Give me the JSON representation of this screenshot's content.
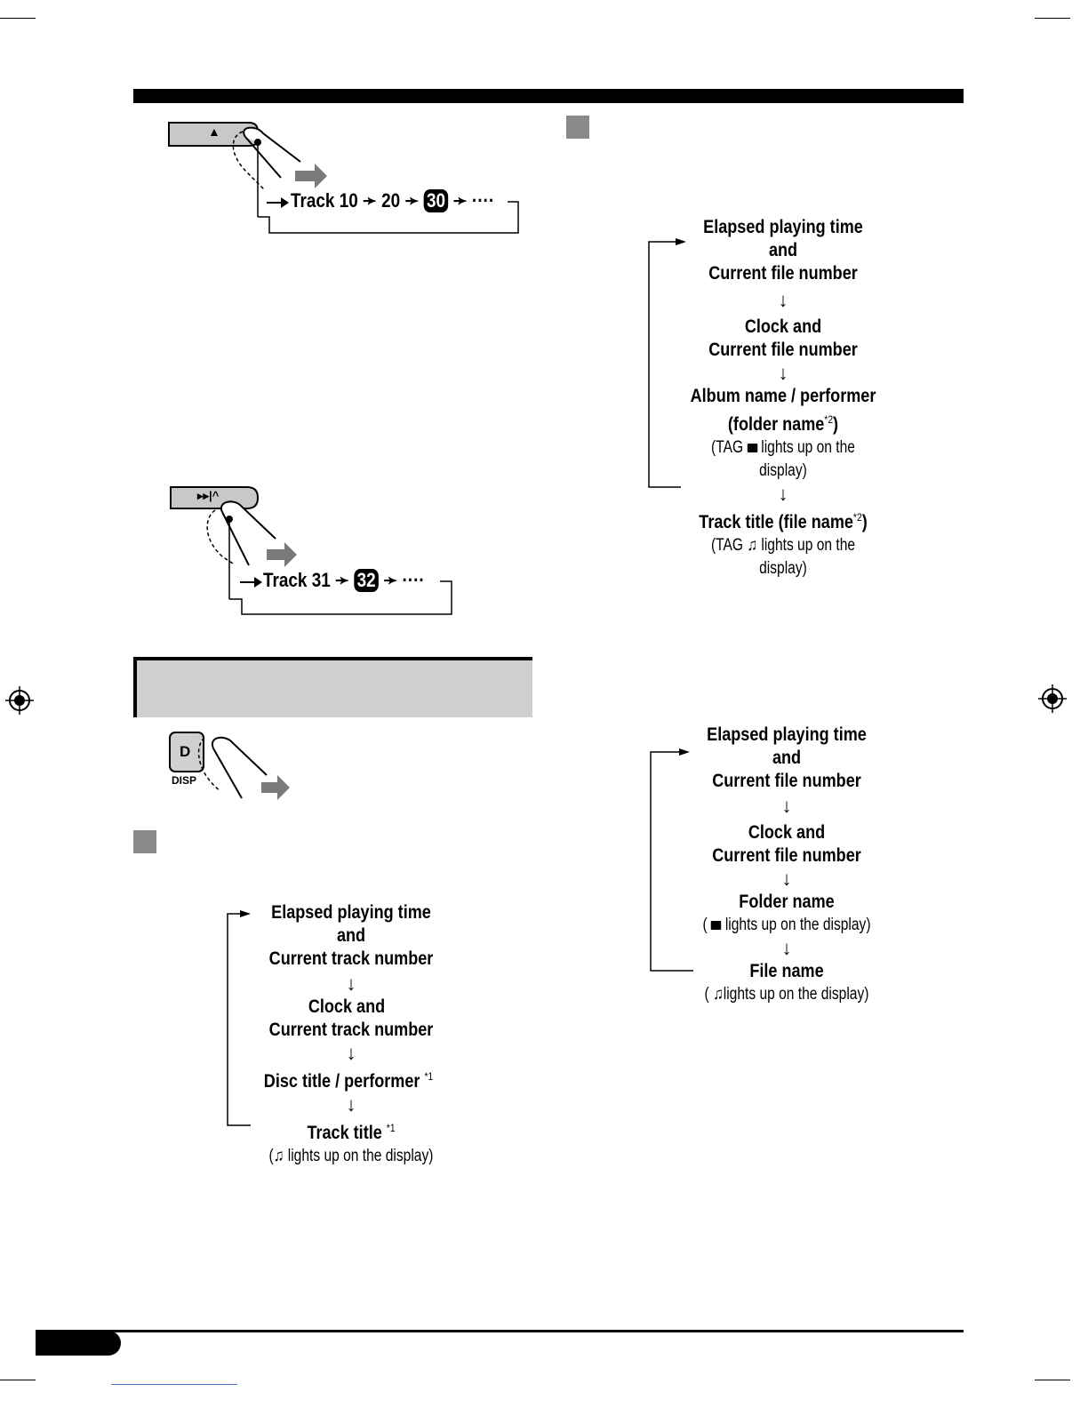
{
  "fig1": {
    "button_glyph": "▲",
    "seq": {
      "label": "Track 10",
      "arrow": "➛",
      "v2": "20",
      "v3": "30",
      "dots": "····"
    }
  },
  "fig2": {
    "button_glyph": "▸▸|^",
    "seq": {
      "label": "Track 31",
      "arrow": "➛",
      "v2": "32",
      "dots": "····"
    }
  },
  "disp": {
    "key": "D",
    "caption": "DISP"
  },
  "arrow_down": "↓",
  "flow_cd": {
    "l1a": "Elapsed playing time and",
    "l1b": "Current track number",
    "l2a": "Clock and",
    "l2b": "Current track number",
    "l3": "Disc title / performer",
    "l3_sup": "*1",
    "l4": "Track title",
    "l4_sup": "*1",
    "l4_note_a": "(",
    "l4_note_b": "lights up on the display)"
  },
  "flow_tag": {
    "l1a": "Elapsed playing time and",
    "l1b": "Current file number",
    "l2a": "Clock and",
    "l2b": "Current file number",
    "l3a": "Album name / performer",
    "l3b_pre": "(folder name",
    "l3b_sup": "*2",
    "l3b_post": ")",
    "l3c_pre": "(TAG",
    "l3c_post": "lights up on the display)",
    "l4_pre": "Track title (file name",
    "l4_sup": "*2",
    "l4_post": ")",
    "l4_note_pre": "(TAG",
    "l4_note_post": "lights up on the display)"
  },
  "flow_file": {
    "l1a": "Elapsed playing time and",
    "l1b": "Current file number",
    "l2a": "Clock and",
    "l2b": "Current file number",
    "l3": "Folder name",
    "l3_note_a": "(",
    "l3_note_b": "lights up on the display)",
    "l4": "File name",
    "l4_note_a": "(",
    "l4_note_b": "lights up on the display)"
  },
  "icons": {
    "folder": "folder-icon",
    "note": "music-note-icon",
    "reg": "registration-mark-icon"
  }
}
